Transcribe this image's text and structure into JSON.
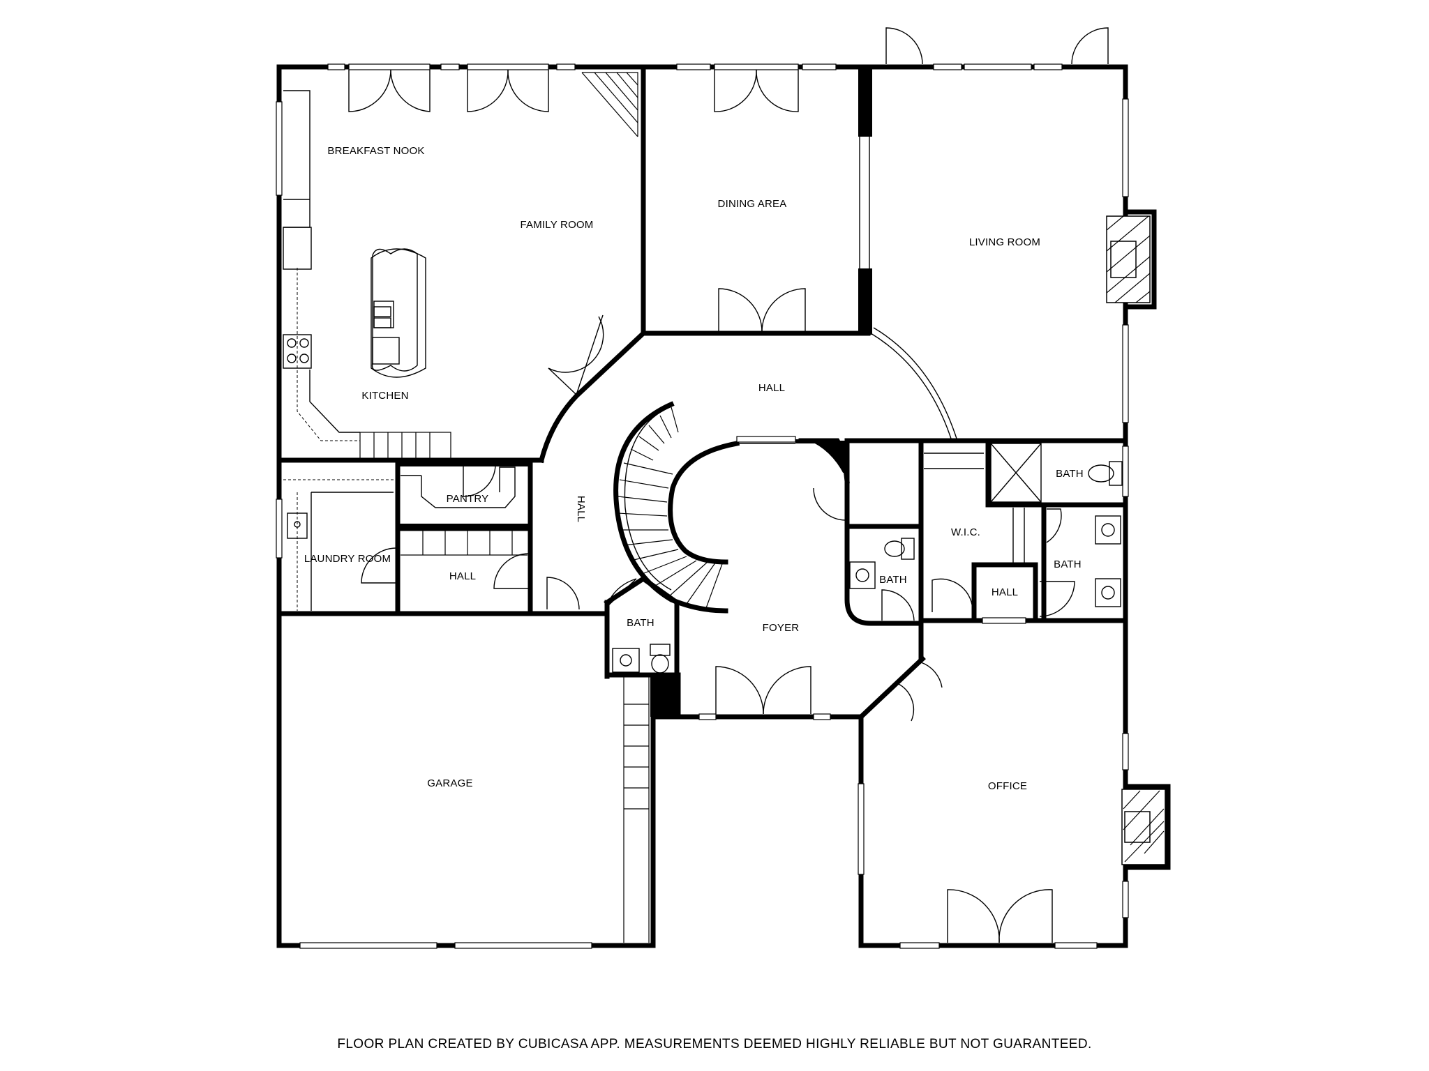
{
  "rooms": {
    "breakfast_nook": "BREAKFAST NOOK",
    "family_room": "FAMILY ROOM",
    "kitchen": "KITCHEN",
    "dining_area": "DINING AREA",
    "living_room": "LIVING ROOM",
    "hall_main": "HALL",
    "hall_vertical": "HALL",
    "pantry": "PANTRY",
    "laundry_room": "LAUNDRY ROOM",
    "hall_lower": "HALL",
    "bath_small": "BATH",
    "bath_mid": "BATH",
    "wic": "W.I.C.",
    "hall_right": "HALL",
    "bath_right_top": "BATH",
    "bath_right": "BATH",
    "foyer": "FOYER",
    "garage": "GARAGE",
    "office": "OFFICE"
  },
  "footer": {
    "disclaimer": "FLOOR PLAN CREATED BY CUBICASA APP. MEASUREMENTS DEEMED HIGHLY RELIABLE BUT NOT GUARANTEED."
  }
}
